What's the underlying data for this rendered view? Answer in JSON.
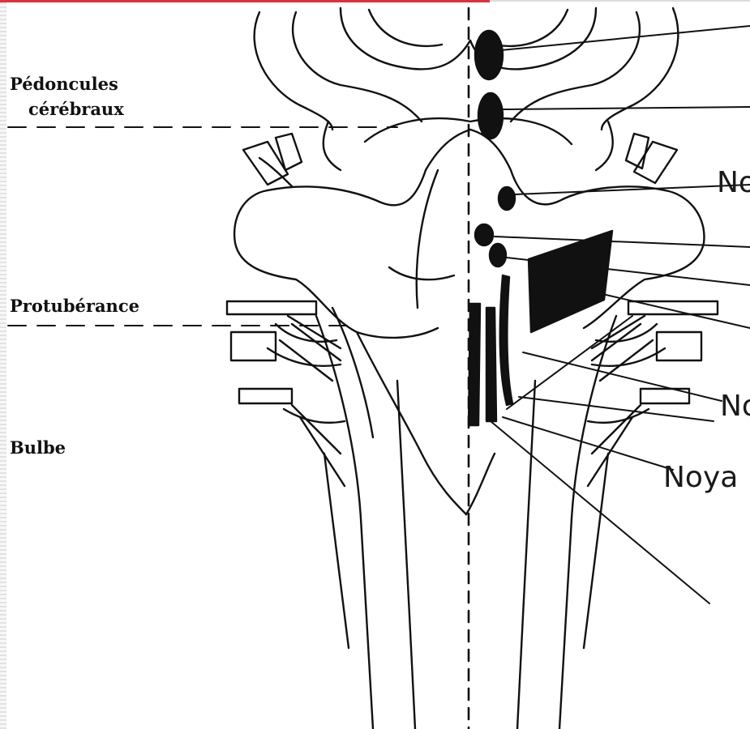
{
  "labels": {
    "pedoncules_line1": "Pédoncules",
    "pedoncules_line2": "cérébraux",
    "protuberance": "Protubérance",
    "bulbe": "Bulbe"
  },
  "slide_text": {
    "fragment_1": "No",
    "fragment_2": "No",
    "fragment_3": "Noya"
  },
  "colors": {
    "accent_rule": "#d9333f",
    "ink": "#111111"
  }
}
